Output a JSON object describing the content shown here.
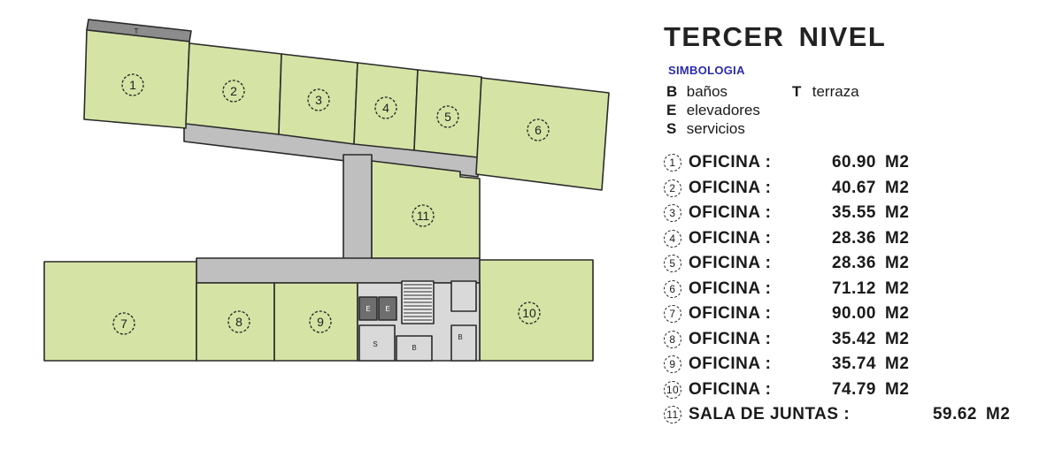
{
  "title": "TERCER NIVEL",
  "legend": {
    "heading": "SIMBOLOGIA",
    "items": [
      {
        "code": "B",
        "label": "baños"
      },
      {
        "code": "T",
        "label": "terraza"
      },
      {
        "code": "E",
        "label": "elevadores"
      },
      {
        "code": "S",
        "label": "servicios"
      }
    ]
  },
  "areas": [
    {
      "num": "1",
      "name": "OFICINA :",
      "value": "60.90",
      "unit": "M2"
    },
    {
      "num": "2",
      "name": "OFICINA :",
      "value": "40.67",
      "unit": "M2"
    },
    {
      "num": "3",
      "name": "OFICINA :",
      "value": "35.55",
      "unit": "M2"
    },
    {
      "num": "4",
      "name": "OFICINA :",
      "value": "28.36",
      "unit": "M2"
    },
    {
      "num": "5",
      "name": "OFICINA :",
      "value": "28.36",
      "unit": "M2"
    },
    {
      "num": "6",
      "name": "OFICINA :",
      "value": "71.12",
      "unit": "M2"
    },
    {
      "num": "7",
      "name": "OFICINA :",
      "value": "90.00",
      "unit": "M2"
    },
    {
      "num": "8",
      "name": "OFICINA :",
      "value": "35.42",
      "unit": "M2"
    },
    {
      "num": "9",
      "name": "OFICINA :",
      "value": "35.74",
      "unit": "M2"
    },
    {
      "num": "10",
      "name": "OFICINA :",
      "value": "74.79",
      "unit": "M2"
    },
    {
      "num": "11",
      "name": "SALA DE JUNTAS :",
      "value": "59.62",
      "unit": "M2"
    }
  ],
  "plan": {
    "office_color": "#d5e3a5",
    "corridor_color": "#bfbfbf",
    "terrace_color": "#8c8c8c",
    "service_color": "#d9d9d9",
    "elevator_color": "#6e6e6e",
    "room_labels": [
      "1",
      "2",
      "3",
      "4",
      "5",
      "6",
      "7",
      "8",
      "9",
      "10",
      "11"
    ],
    "terrace_label": "T",
    "elevator_labels": [
      "E",
      "E"
    ],
    "service_label": "S",
    "bath_labels": [
      "B",
      "B"
    ]
  }
}
